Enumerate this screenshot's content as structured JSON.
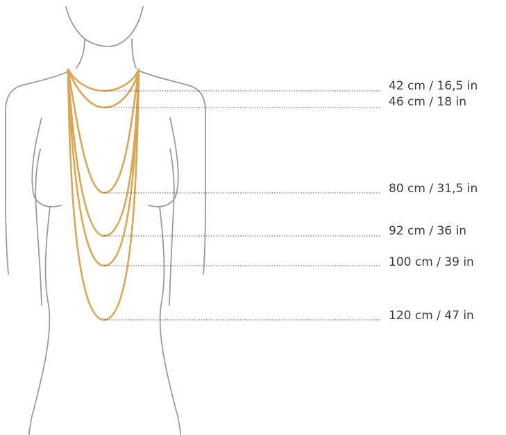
{
  "colors": {
    "silhouette": "#9a9a9a",
    "chain": "#d9a556",
    "guide": "#555555",
    "text": "#3a3a3a"
  },
  "lengths": [
    {
      "label": "42 cm / 16,5 in"
    },
    {
      "label": "46 cm / 18 in"
    },
    {
      "label": "80 cm / 31,5 in"
    },
    {
      "label": "92 cm / 36 in"
    },
    {
      "label": "100 cm / 39 in"
    },
    {
      "label": "120 cm / 47 in"
    }
  ]
}
